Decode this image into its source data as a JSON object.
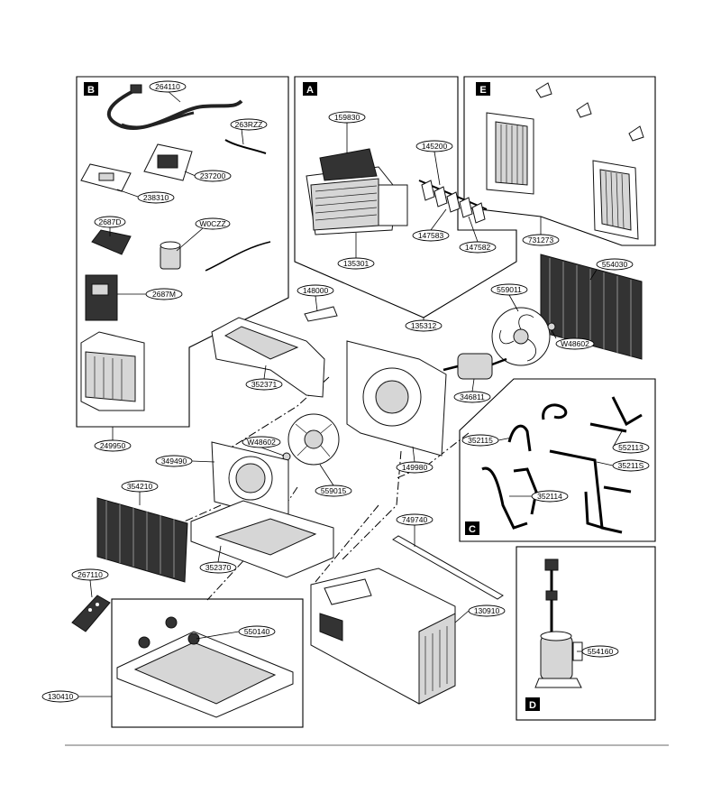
{
  "sections": [
    {
      "id": "A",
      "label": "A"
    },
    {
      "id": "B",
      "label": "B"
    },
    {
      "id": "C",
      "label": "C"
    },
    {
      "id": "D",
      "label": "D"
    },
    {
      "id": "E",
      "label": "E"
    }
  ],
  "part_labels": {
    "p264110": "264110",
    "p263RZZ": "263RZZ",
    "p237200": "237200",
    "p238310": "238310",
    "p2687D": "2687D",
    "pW0CZZ": "W0CZZ",
    "p2687M": "2687M",
    "p249950": "249950",
    "p159830": "159830",
    "p145200": "145200",
    "p147583": "147583",
    "p147582": "147582",
    "p135301": "135301",
    "p135312": "135312",
    "p731273": "731273",
    "p554030": "554030",
    "p148000": "148000",
    "p559011": "559011",
    "pW48602a": "W48602",
    "p352371": "352371",
    "p346811": "346811",
    "p352115": "352115",
    "p552113": "552113",
    "p35211S": "35211S",
    "p352114": "352114",
    "pW48602b": "W48602",
    "p349490": "349490",
    "p559015": "559015",
    "p149980": "149980",
    "p354210": "354210",
    "p352370": "352370",
    "p749740": "749740",
    "p267110": "267110",
    "p550140": "550140",
    "p130910": "130910",
    "p130410": "130410",
    "p554160": "554160"
  }
}
